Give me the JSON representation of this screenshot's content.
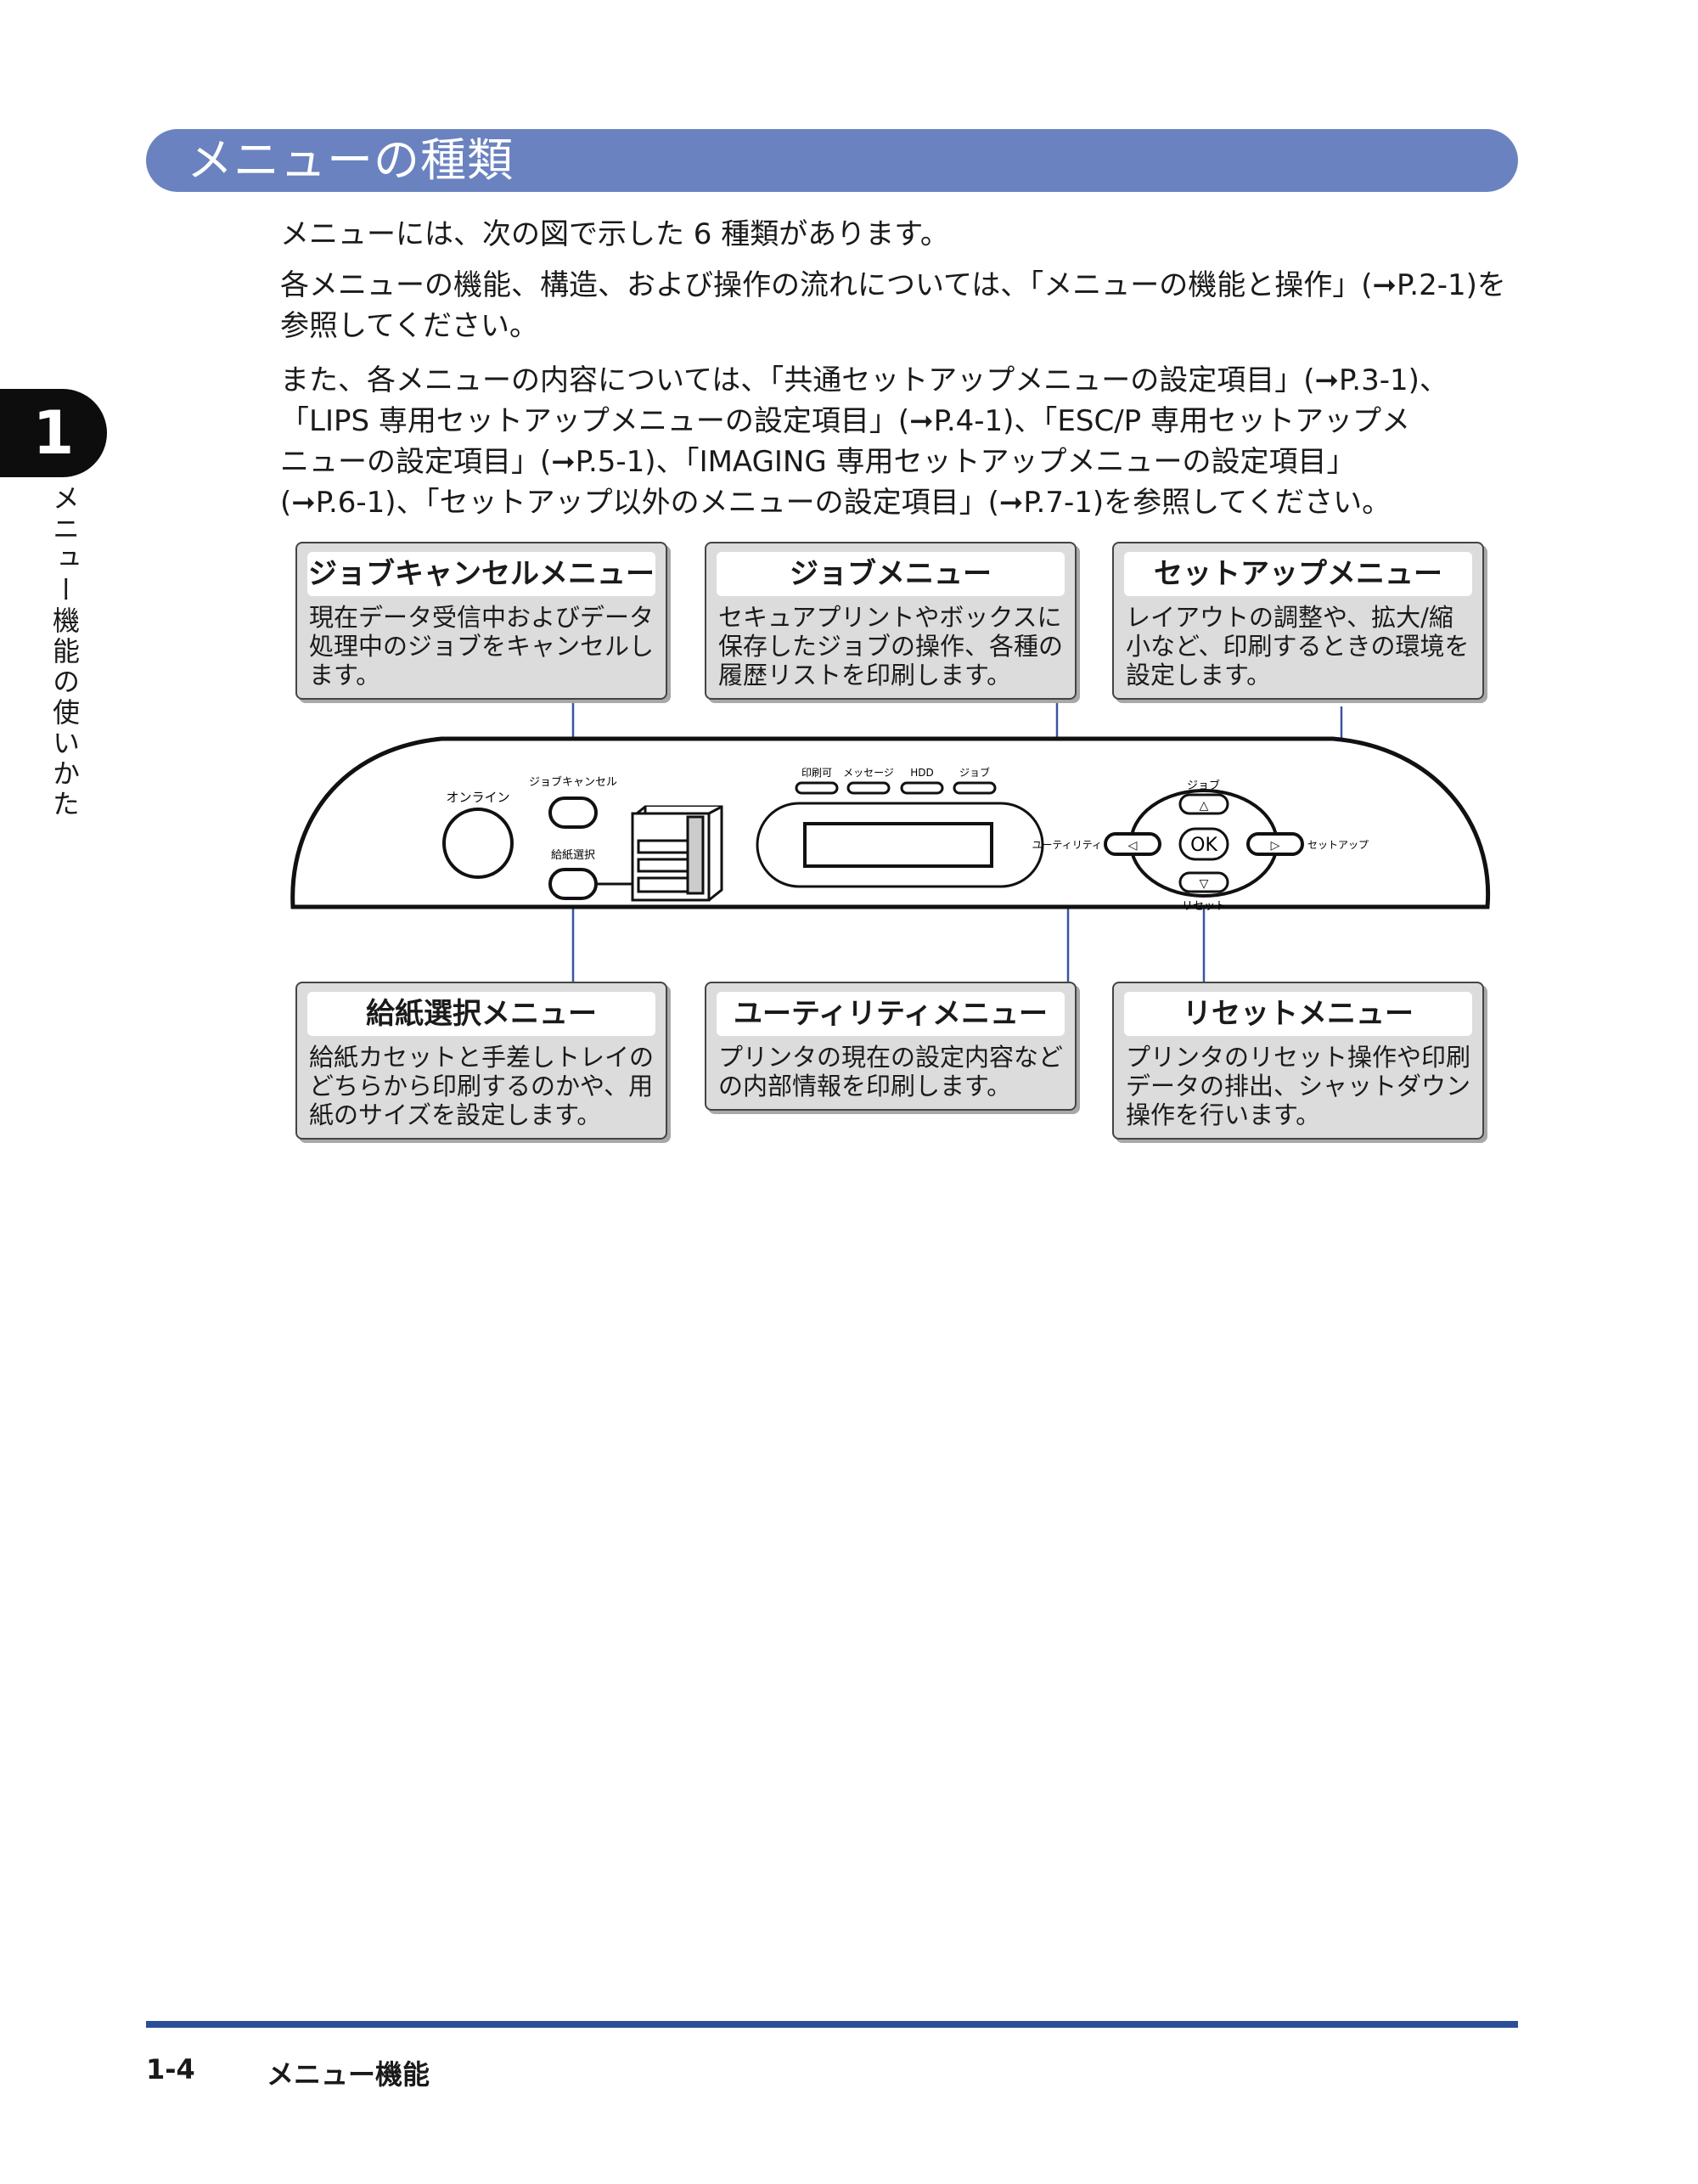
{
  "header": {
    "title": "メニューの種類"
  },
  "chapter": {
    "number": "1",
    "side_label": "メニュー機能の使いかた"
  },
  "intro": {
    "p1": "メニューには、次の図で示した 6 種類があります。",
    "p2": "各メニューの機能、構造、および操作の流れについては、「メニューの機能と操作」(➞P.2-1)を参照してください。",
    "p3_lines": [
      "また、各メニューの内容については、「共通セットアップメニューの設定項目」(➞P.3-1)、",
      "「LIPS 専用セットアップメニューの設定項目」(➞P.4-1)、「ESC/P 専用セットアップメ",
      "ニューの設定項目」(➞P.5-1)、「IMAGING 専用セットアップメニューの設定項目」",
      "(➞P.6-1)、「セットアップ以外のメニューの設定項目」(➞P.7-1)を参照してください。"
    ]
  },
  "menus": [
    {
      "title": "ジョブキャンセルメニュー",
      "desc": "現在データ受信中およびデータ\n処理中のジョブをキャンセルし\nます。"
    },
    {
      "title": "ジョブメニュー",
      "desc": "セキュアプリントやボックスに\n保存したジョブの操作、各種の\n履歴リストを印刷します。"
    },
    {
      "title": "セットアップメニュー",
      "desc": "レイアウトの調整や、拡大/縮\n小など、印刷するときの環境を\n設定します。"
    },
    {
      "title": "給紙選択メニュー",
      "desc": "給紙カセットと手差しトレイの\nどちらから印刷するのかや、用\n紙のサイズを設定します。"
    },
    {
      "title": "ユーティリティメニュー",
      "desc": "プリンタの現在の設定内容など\nの内部情報を印刷します。"
    },
    {
      "title": "リセットメニュー",
      "desc": "プリンタのリセット操作や印刷\nデータの排出、シャットダウン\n操作を行います。"
    }
  ],
  "panel": {
    "online": "オンライン",
    "job_cancel": "ジョブキャンセル",
    "feeder_select": "給紙選択",
    "indicators": [
      "印刷可",
      "メッセージ",
      "HDD",
      "ジョブ"
    ],
    "job": "ジョブ",
    "utility": "ユーティリティ",
    "setup": "セットアップ",
    "reset": "リセット",
    "ok": "OK"
  },
  "footer": {
    "page": "1-4",
    "section": "メニュー機能"
  },
  "colors": {
    "header_bg": "#6a82c0",
    "rule": "#2b4e98",
    "leader": "#3a55a0"
  }
}
